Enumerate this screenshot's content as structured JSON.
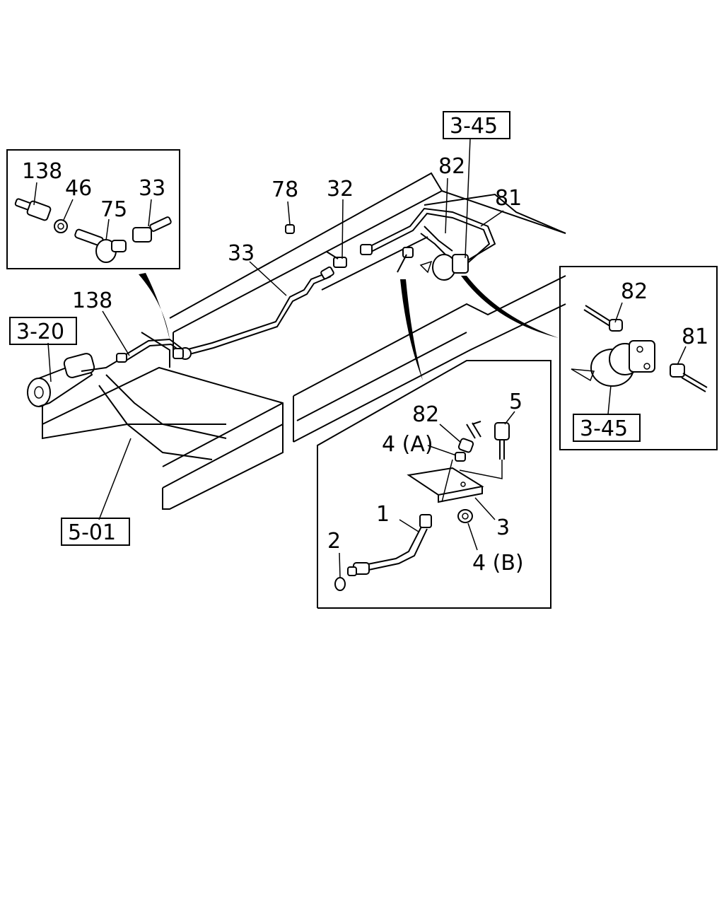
{
  "callouts": {
    "main": {
      "p33": "33",
      "p78": "78",
      "p32": "32",
      "p82": "82",
      "p81": "81",
      "p138": "138"
    },
    "inset_top_left": {
      "p138": "138",
      "p46": "46",
      "p75": "75",
      "p33": "33"
    },
    "inset_right": {
      "p82": "82",
      "p81": "81"
    },
    "inset_bottom": {
      "p82": "82",
      "p5": "5",
      "p4a": "4 (A)",
      "p1": "1",
      "p3": "3",
      "p2": "2",
      "p4b": "4 (B)"
    }
  },
  "references": {
    "ref_345_top": "3-45",
    "ref_320": "3-20",
    "ref_501": "5-01",
    "ref_345_right": "3-45"
  }
}
